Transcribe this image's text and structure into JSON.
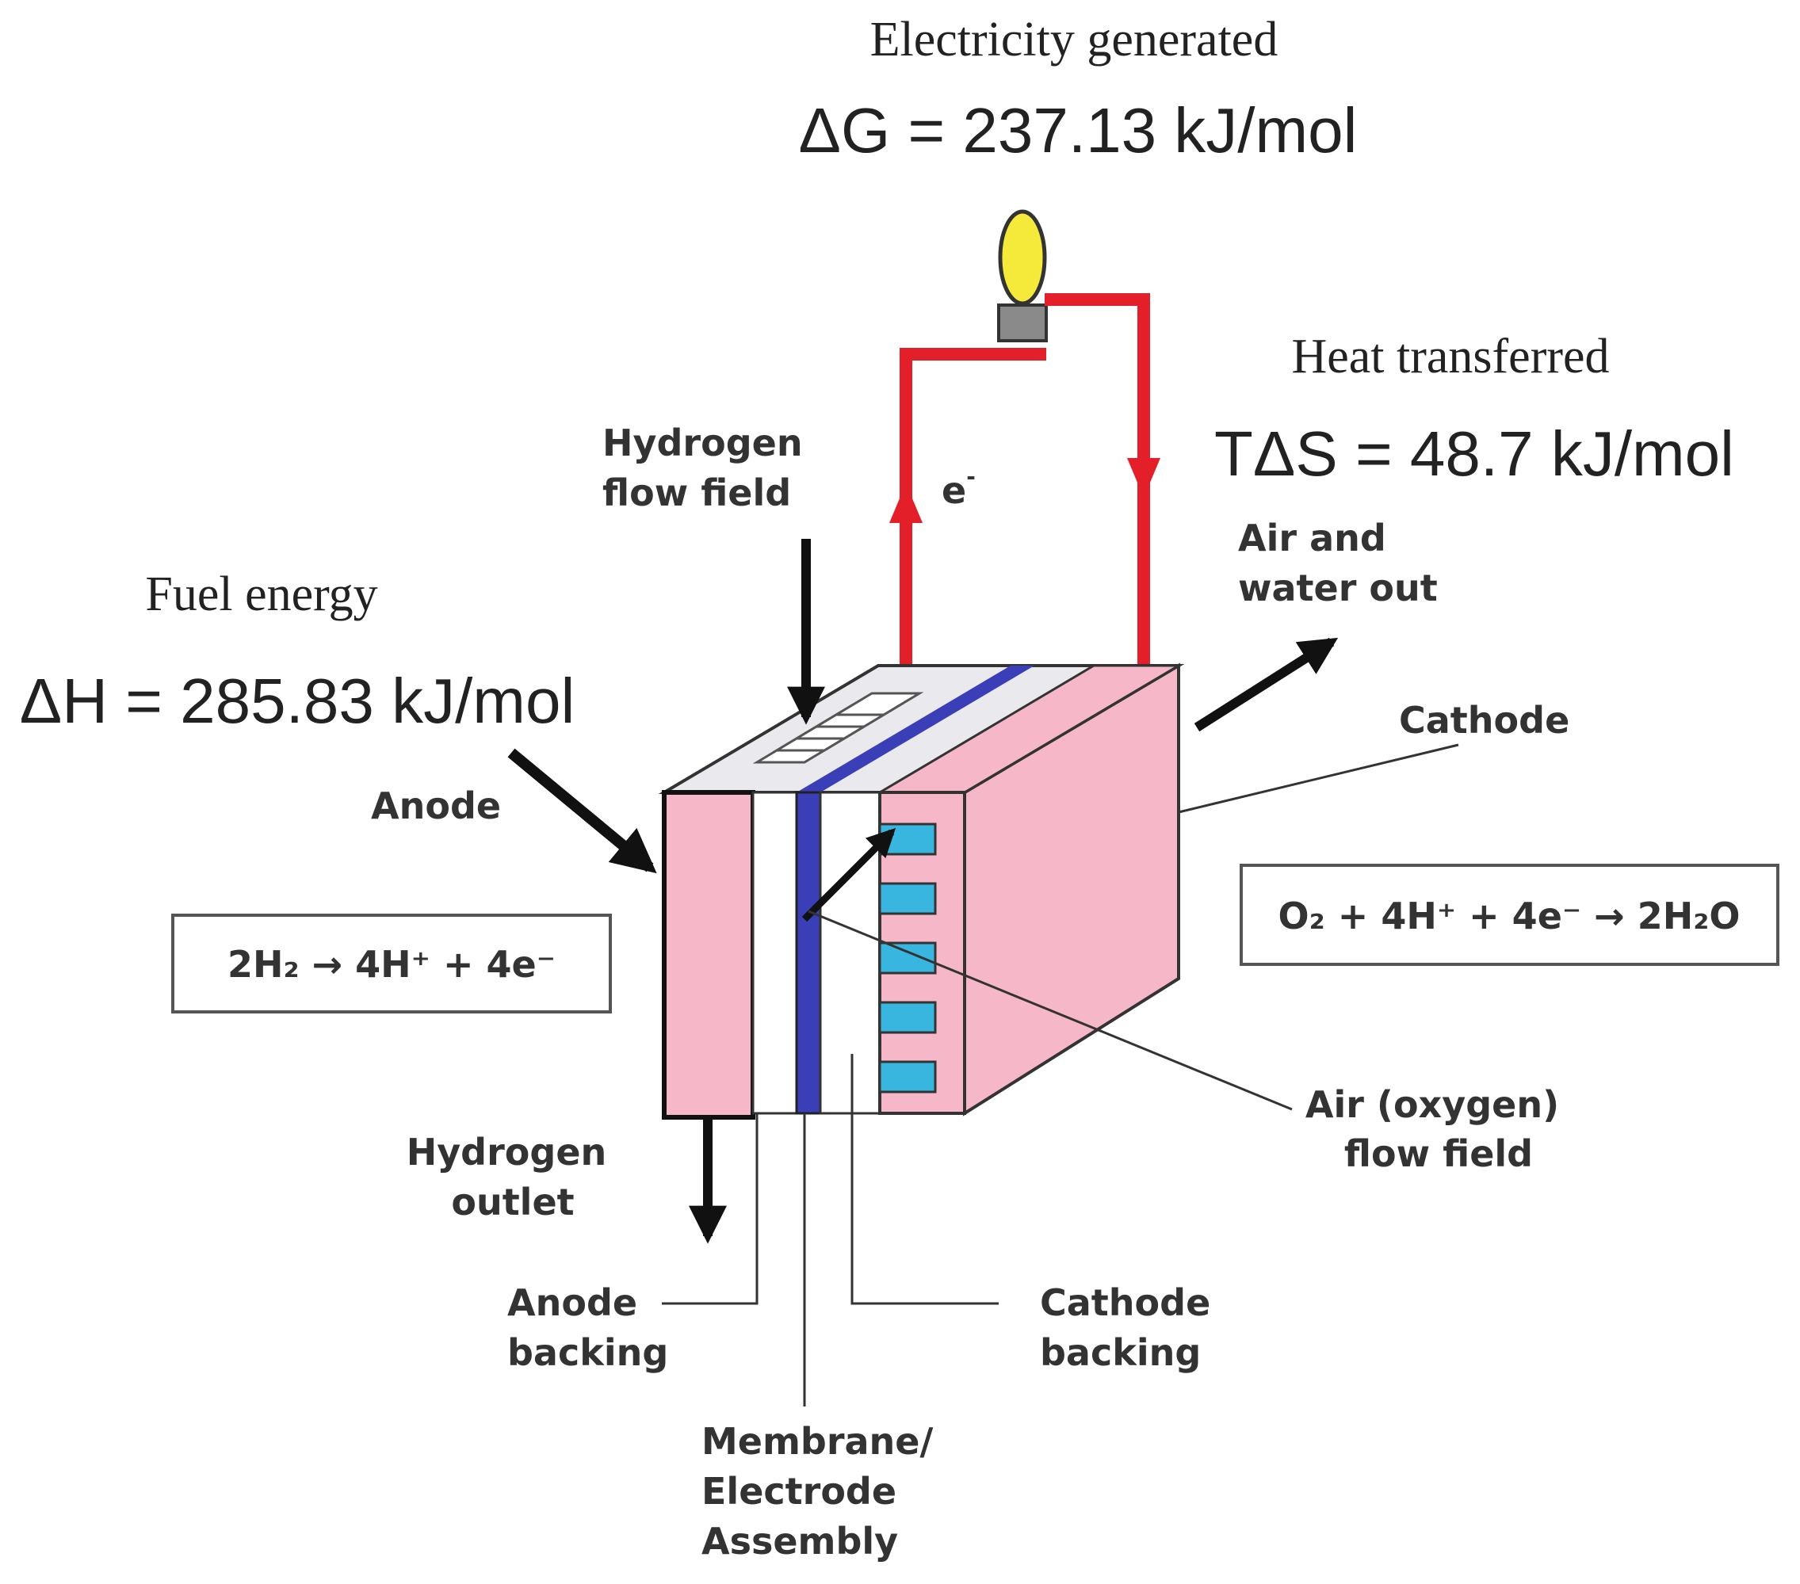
{
  "top": {
    "electricity_label": "Electricity generated",
    "delta_g": "ΔG = 237.13 kJ/mol"
  },
  "heat": {
    "label": "Heat transferred",
    "t_delta_s": "TΔS = 48.7 kJ/mol"
  },
  "fuel": {
    "label": "Fuel energy",
    "delta_h": "ΔH = 285.83 kJ/mol"
  },
  "labels": {
    "hydrogen_flow_field": [
      "Hydrogen",
      "flow field"
    ],
    "electron": "e",
    "electron_sup": "-",
    "air_water_out": [
      "Air and",
      "water out"
    ],
    "cathode": "Cathode",
    "anode": "Anode",
    "air_flow_field": [
      "Air (oxygen)",
      "flow field"
    ],
    "hydrogen_outlet": [
      "Hydrogen",
      "outlet"
    ],
    "anode_backing": [
      "Anode",
      "backing"
    ],
    "cathode_backing": [
      "Cathode",
      "backing"
    ],
    "mea": [
      "Membrane/",
      "Electrode",
      "Assembly"
    ]
  },
  "equations": {
    "anode": "2H₂ → 4H⁺ + 4e⁻",
    "cathode": "O₂ + 4H⁺ + 4e⁻ → 2H₂O"
  },
  "colors": {
    "wire": "#e3202a",
    "pink": "#f6b8c8",
    "membrane": "#3a3fb8",
    "bulb": "#f5ea3a",
    "socket": "#8a8a8a",
    "channel": "#39b6e0"
  }
}
